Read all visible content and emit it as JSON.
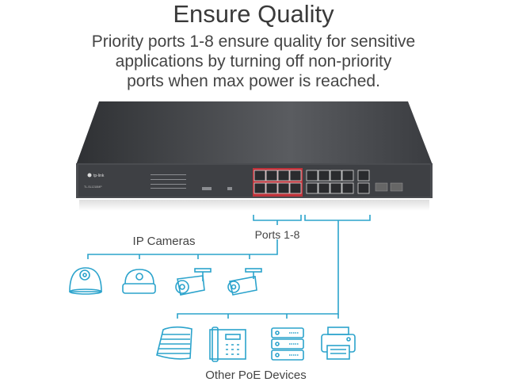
{
  "heading": "Ensure Quality",
  "description": [
    "Priority ports 1-8 ensure quality for sensitive",
    "applications by turning off non-priority",
    "ports when max power is reached."
  ],
  "switch": {
    "brand": "tp-link",
    "model": "TL-SL1218MP"
  },
  "labels": {
    "priority_ports": "Ports 1-8",
    "ip_cameras": "IP Cameras",
    "other_devices": "Other PoE Devices"
  },
  "colors": {
    "accent": "#2ba3cc",
    "priority": "#c0323a",
    "chassis": "#3c3e42"
  },
  "icons": {
    "ip_cameras": [
      "dome-camera-icon",
      "ceiling-dome-camera-icon",
      "bullet-camera-icon",
      "bullet-camera-icon"
    ],
    "other_devices": [
      "access-point-icon",
      "ip-phone-icon",
      "server-icon",
      "printer-icon"
    ]
  }
}
